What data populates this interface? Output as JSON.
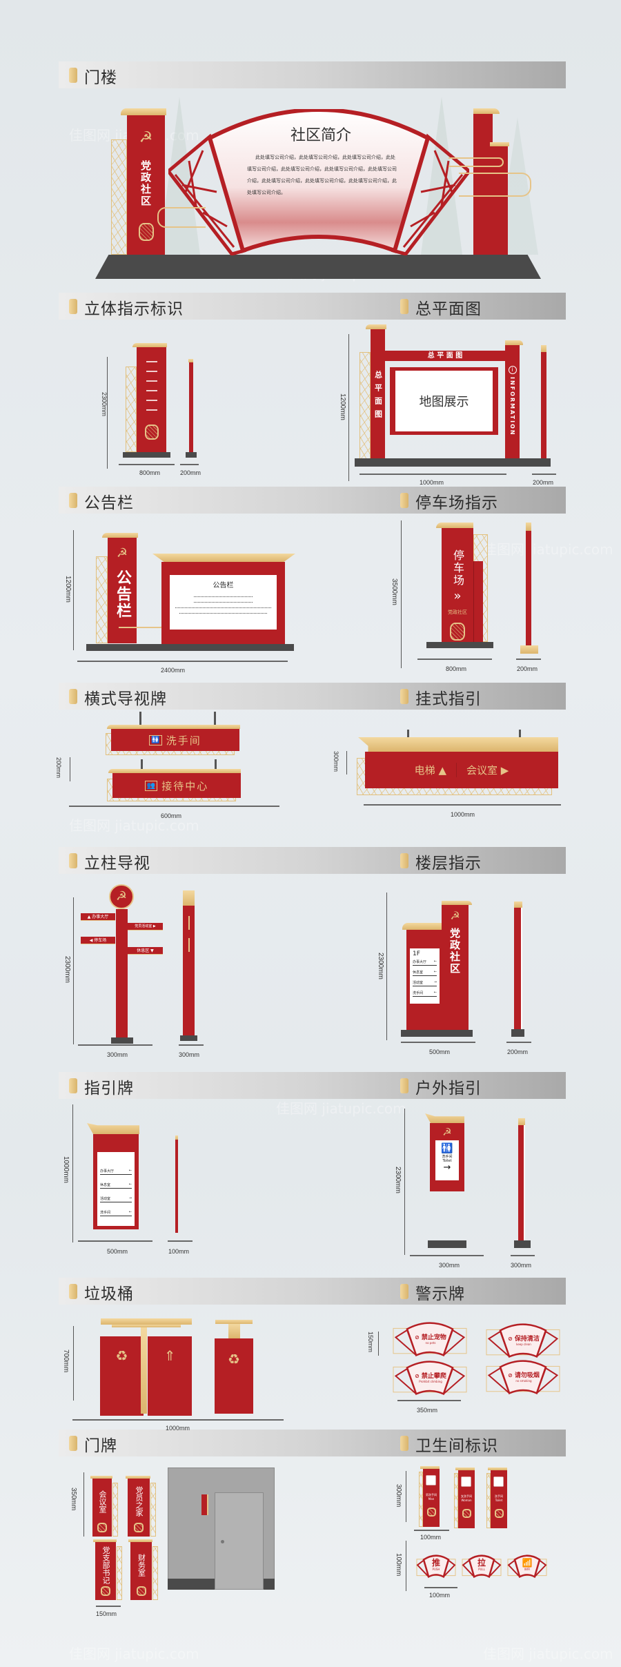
{
  "watermark": "佳图网 jiatupic.com",
  "colors": {
    "red": "#b51f24",
    "gold": "#e6c488",
    "base": "#4a4a4a"
  },
  "gatehouse": {
    "title": "门楼",
    "pillar_text": "党政社区",
    "fan_title": "社区简介",
    "fan_body": "此处填写公司介绍，此处填写公司介绍，此处填写公司介绍，此处填写公司介绍，此处填写公司介绍，此处填写公司介绍，此处填写公司介绍，此处填写公司介绍，此处填写公司介绍，此处填写公司介绍，此处填写公司介绍。"
  },
  "stereo": {
    "title": "立体指示标识",
    "dims": [
      "2300mm",
      "800mm",
      "200mm"
    ]
  },
  "sitemap": {
    "title": "总平面图",
    "beam": "总 平 面 图",
    "post": "总平面图",
    "map": "地图展示",
    "info": "INFORMATION",
    "info_icon": "info-icon",
    "dims": [
      "1200mm",
      "1000mm",
      "200mm"
    ]
  },
  "notice": {
    "title": "公告栏",
    "pillar": "公告栏",
    "board_title": "公告栏",
    "dims": [
      "1200mm",
      "2400mm"
    ]
  },
  "parking": {
    "title": "停车场指示",
    "text": "停车场",
    "arrow": "»",
    "sub": "党政社区",
    "dims": [
      "3500mm",
      "800mm",
      "200mm"
    ]
  },
  "horizontal": {
    "title": "横式导视牌",
    "signs": [
      {
        "icon": "restroom-icon",
        "label": "洗手间"
      },
      {
        "icon": "reception-icon",
        "label": "接待中心"
      }
    ],
    "dims": [
      "200mm",
      "600mm"
    ]
  },
  "hanging": {
    "title": "挂式指引",
    "items": [
      {
        "label": "电梯",
        "arrow": "▲"
      },
      {
        "label": "会议室",
        "arrow": "▶"
      }
    ],
    "dims": [
      "300mm",
      "1000mm"
    ]
  },
  "post": {
    "title": "立柱导视",
    "arms": [
      {
        "label": "办事大厅",
        "arrow": "▲"
      },
      {
        "label": "党员活动室",
        "arrow": "▶"
      },
      {
        "label": "停车场",
        "arrow": "◀"
      },
      {
        "label": "休息区",
        "arrow": "▼"
      }
    ],
    "dims": [
      "2300mm",
      "300mm",
      "300mm"
    ]
  },
  "floor": {
    "title": "楼层指示",
    "floor": "1F",
    "rows": [
      {
        "label": "办事大厅",
        "arrow": "←"
      },
      {
        "label": "休息室",
        "arrow": "←"
      },
      {
        "label": "活动室",
        "arrow": "→"
      },
      {
        "label": "洗手间",
        "arrow": "←"
      }
    ],
    "pillar": "党政社区",
    "dims": [
      "2300mm",
      "500mm",
      "200mm"
    ]
  },
  "guide": {
    "title": "指引牌",
    "rows": [
      {
        "label": "办事大厅",
        "arrow": "←"
      },
      {
        "label": "休息室",
        "arrow": "←"
      },
      {
        "label": "活动室",
        "arrow": "→"
      },
      {
        "label": "洗手间",
        "arrow": "←"
      }
    ],
    "dims": [
      "1000mm",
      "500mm",
      "100mm"
    ]
  },
  "outdoor": {
    "title": "户外指引",
    "card": "洗手间",
    "card_en": "Toilet",
    "arrow": "→",
    "dims": [
      "2300mm",
      "300mm",
      "300mm"
    ]
  },
  "bins": {
    "title": "垃圾桶",
    "icons": [
      "recycle-icon",
      "tree-icon",
      "recycle-icon"
    ],
    "dims": [
      "700mm",
      "1000mm"
    ]
  },
  "warning": {
    "title": "警示牌",
    "signs": [
      {
        "label": "禁止宠物",
        "en": "no pets"
      },
      {
        "label": "保持清洁",
        "en": "keep clean"
      },
      {
        "label": "禁止攀爬",
        "en": "Prohibit climbing"
      },
      {
        "label": "请勿吸烟",
        "en": "no smoking"
      }
    ],
    "dims": [
      "150mm",
      "350mm"
    ]
  },
  "door": {
    "title": "门牌",
    "plates": [
      "会议室",
      "党员之家",
      "党支部书记",
      "财务室"
    ],
    "dims": [
      "350mm",
      "150mm"
    ]
  },
  "toilet": {
    "title": "卫生间标识",
    "signs": [
      {
        "label": "男洗手间",
        "en": "Man"
      },
      {
        "label": "女洗手间",
        "en": "Woman"
      },
      {
        "label": "洗手间",
        "en": "Toilet"
      }
    ],
    "fans": [
      {
        "label": "推",
        "en": "PUSH"
      },
      {
        "label": "拉",
        "en": "PULL"
      },
      {
        "label": "",
        "en": "WIFI"
      }
    ],
    "dims": [
      "300mm",
      "100mm",
      "100mm",
      "100mm"
    ]
  }
}
